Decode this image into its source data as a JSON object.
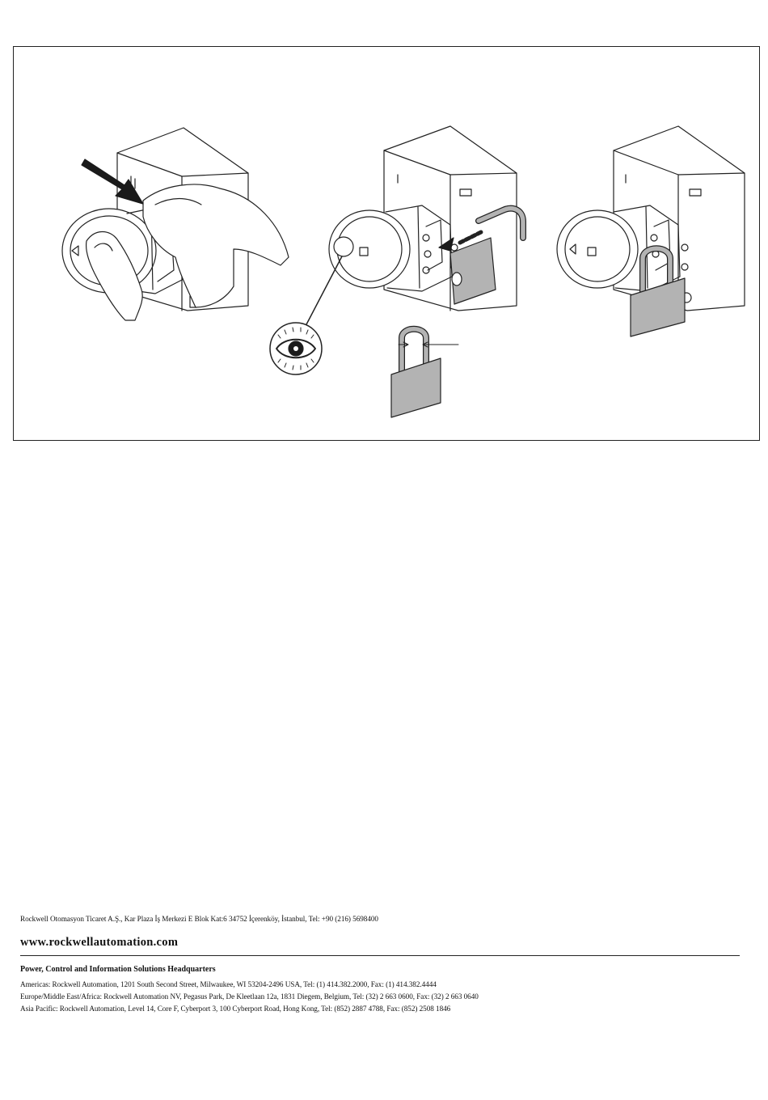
{
  "footer": {
    "local_office": "Rockwell Otomasyon Ticaret A.Ş., Kar Plaza İş Merkezi E Blok Kat:6 34752 İçerenköy, İstanbul, Tel: +90 (216) 5698400",
    "website": "www.rockwellautomation.com",
    "headquarters_title": "Power, Control and Information Solutions Headquarters",
    "addresses": [
      "Americas: Rockwell Automation, 1201 South Second Street, Milwaukee, WI 53204-2496 USA, Tel: (1) 414.382.2000, Fax: (1) 414.382.4444",
      "Europe/Middle East/Africa: Rockwell Automation NV, Pegasus Park, De Kleetlaan 12a, 1831 Diegem, Belgium, Tel: (32) 2 663 0600, Fax: (32) 2 663 0640",
      "Asia Pacific: Rockwell Automation, Level 14, Core F, Cyberport 3, 100 Cyberport Road, Hong Kong, Tel: (852) 2887 4788, Fax: (852) 2508 1846"
    ]
  },
  "colors": {
    "line": "#222222",
    "padlock_body": "#b3b3b3",
    "arrow": "#1a1a1a"
  },
  "icons": [
    "push-arrow-icon",
    "eye-icon",
    "padlock-icon",
    "insert-arrow-icon",
    "shackle-width-dimension-icon"
  ]
}
